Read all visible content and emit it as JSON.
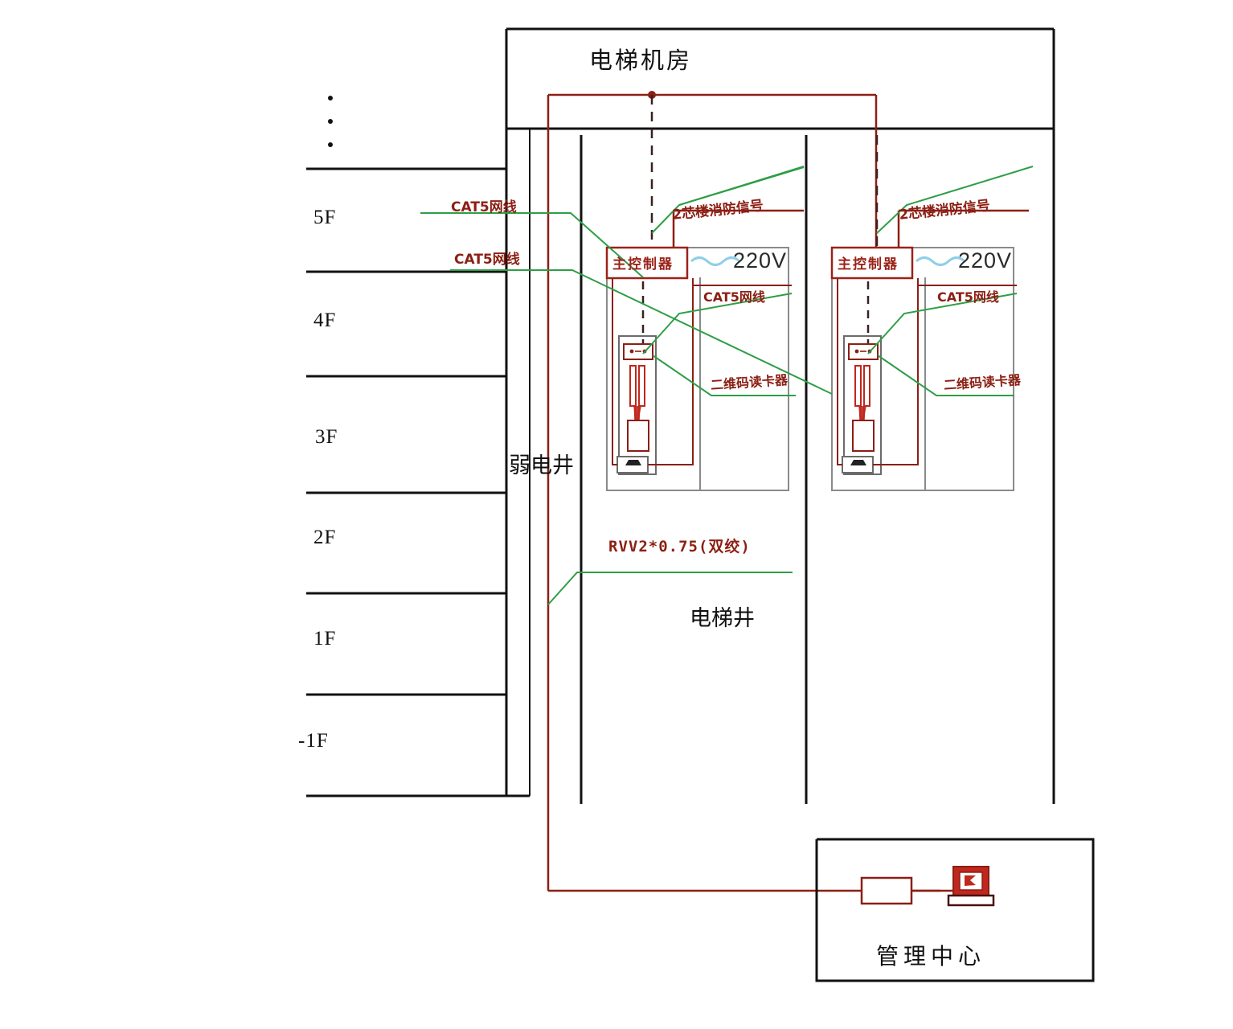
{
  "diagram": {
    "title_machine_room": "电梯机房",
    "shaft_label": "电梯井",
    "riser_label": "弱电井",
    "management_center": "管理中心",
    "floors": [
      {
        "id": "5F",
        "label": "5F"
      },
      {
        "id": "4F",
        "label": "4F"
      },
      {
        "id": "3F",
        "label": "3F"
      },
      {
        "id": "2F",
        "label": "2F"
      },
      {
        "id": "1F",
        "label": "1F"
      },
      {
        "id": "-1F",
        "label": "-1F"
      }
    ],
    "cable_labels": {
      "cat5_upper": "CAT5网线",
      "cat5_lower": "CAT5网线",
      "cat5_riser_a": "CAT5网线",
      "cat5_riser_b": "CAT5网线",
      "fire_signal_a": "2芯楼消防信号",
      "fire_signal_b": "2芯楼消防信号",
      "rvv": "RVV2*0.75(双绞)"
    },
    "elevators": [
      {
        "id": "elevator-1",
        "controller_label": "主控制器",
        "power_label": "220V",
        "reader_label": "二维码读卡器"
      },
      {
        "id": "elevator-2",
        "controller_label": "主控制器",
        "power_label": "220V",
        "reader_label": "二维码读卡器"
      }
    ],
    "colors": {
      "structure": "#111111",
      "cable_red": "#8c1f14",
      "cable_green": "#2e9e46",
      "power_blue": "#8ecfe8",
      "device_red": "#c0271d",
      "device_gray": "#7a7a7a"
    }
  }
}
